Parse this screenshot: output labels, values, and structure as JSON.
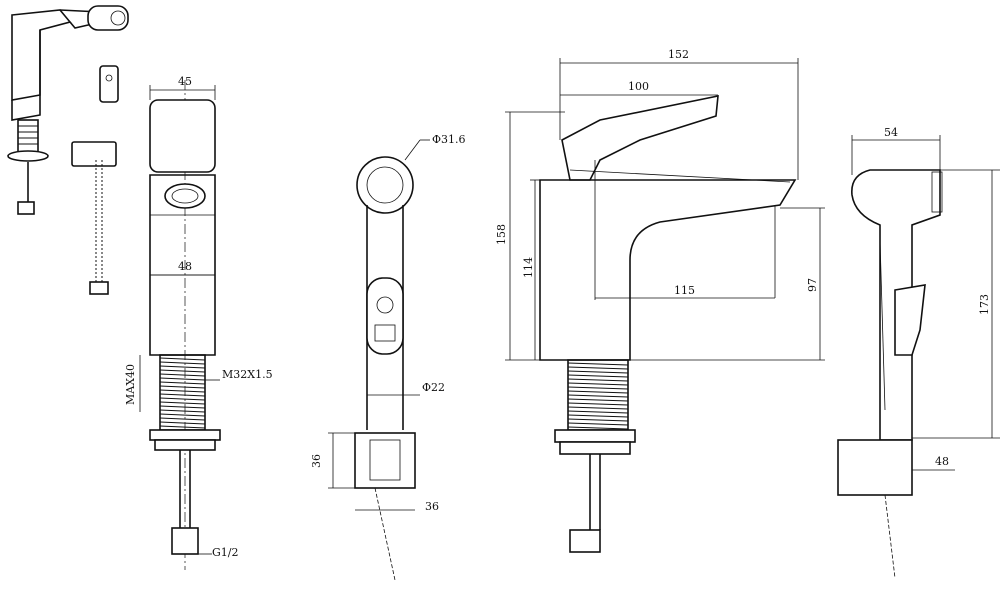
{
  "labels": {
    "front_width": "45",
    "front_body": "48",
    "thread": "M32X1.5",
    "max_thickness": "MAX40",
    "inlet": "G1/2",
    "spray_head_dia": "Φ31.6",
    "spray_handle_dia": "Φ22",
    "holder_height": "36",
    "holder_width": "36",
    "total_length": "152",
    "lever_length": "100",
    "total_height": "158",
    "body_height": "114",
    "spout_reach": "115",
    "spout_height": "97",
    "sprayer_width": "54",
    "sprayer_height": "173",
    "sprayer_holder_width": "48"
  }
}
